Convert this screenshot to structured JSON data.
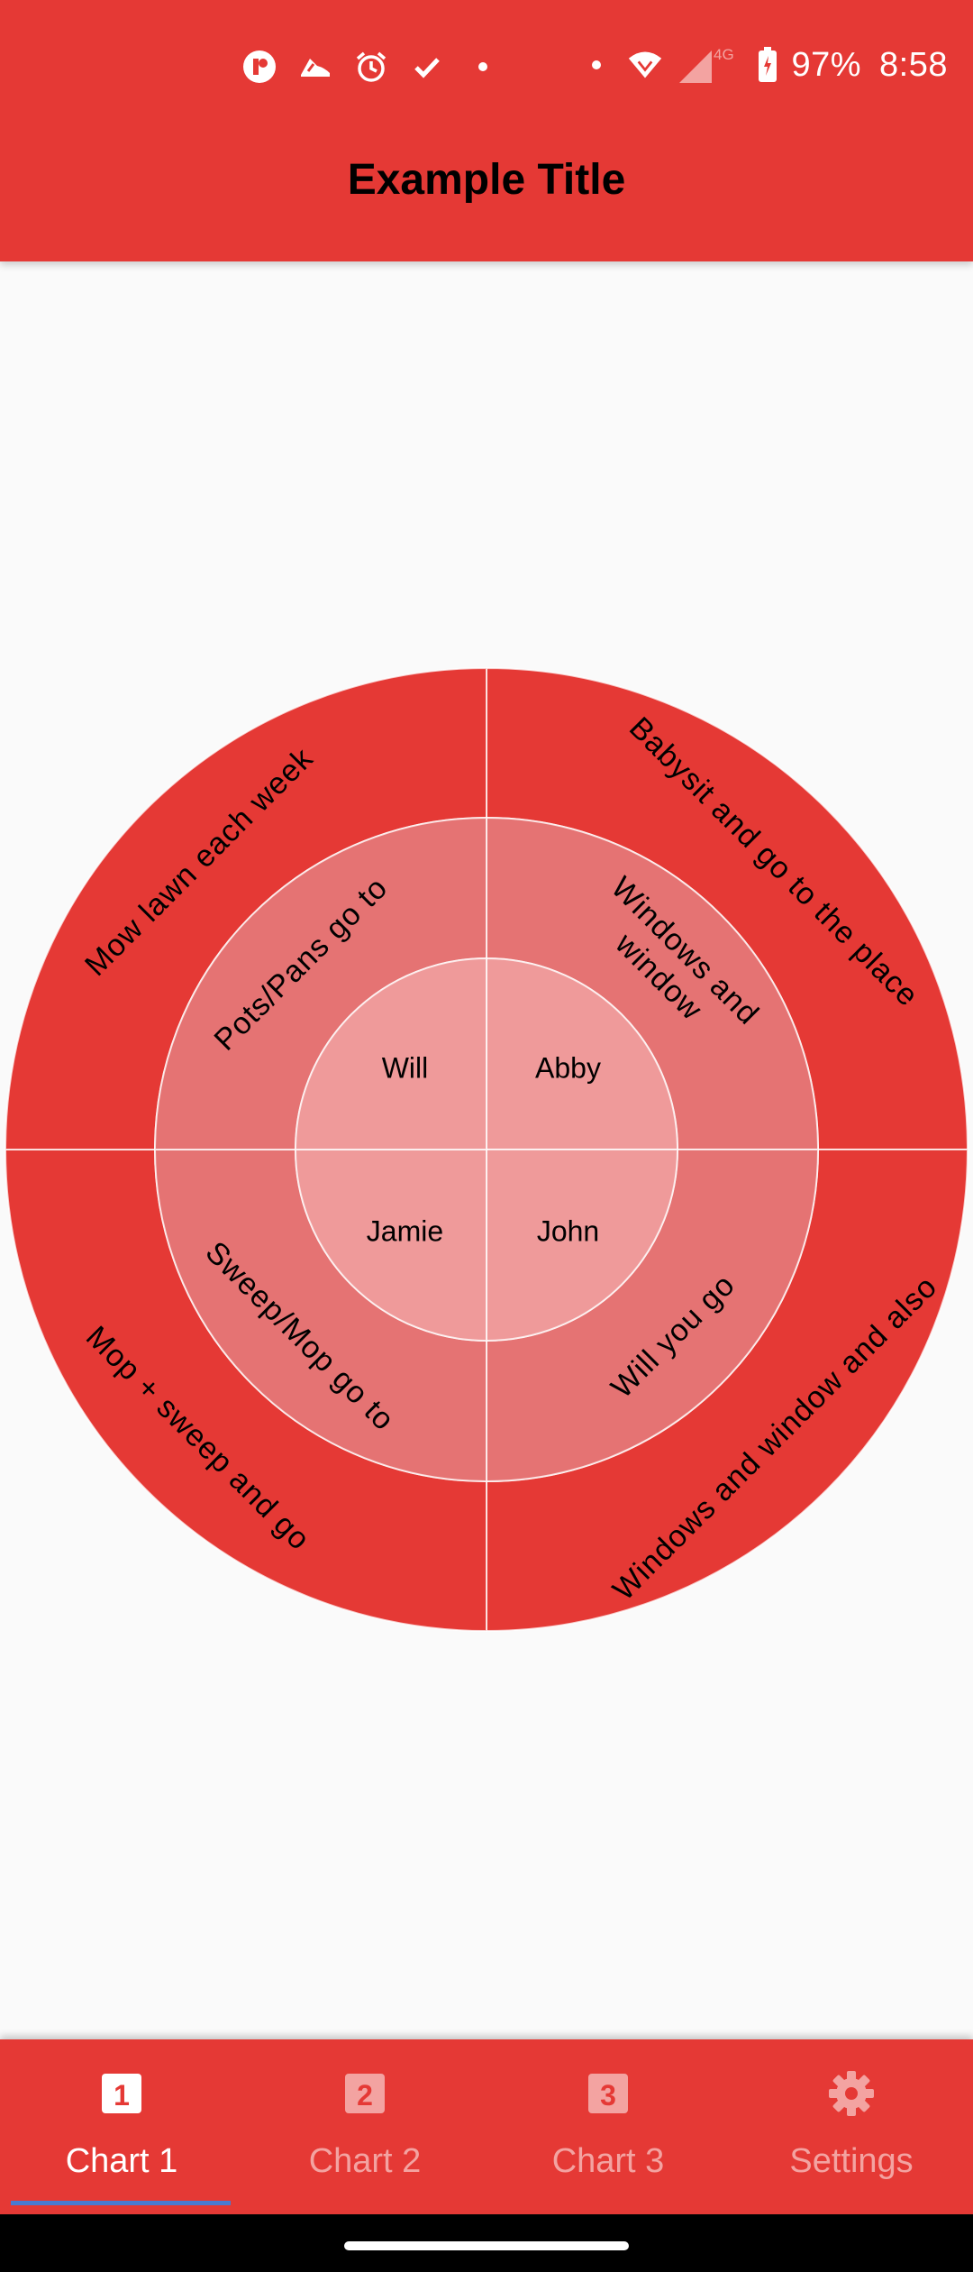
{
  "status_bar": {
    "time": "8:58",
    "battery": "97%",
    "network": "4G",
    "left_icons": [
      "app-r-icon",
      "slipper-icon",
      "alarm-icon",
      "check-icon",
      "dot-icon"
    ],
    "right_icons": [
      "dot-icon",
      "wifi-icon",
      "signal-icon",
      "battery-icon"
    ]
  },
  "app_bar": {
    "title": "Example Title"
  },
  "colors": {
    "primary": "#e53935",
    "ring_outer": "#e53935",
    "ring_middle": "#e57373",
    "ring_inner": "#ef9a9a",
    "indicator": "#4a7bd0",
    "inactive_label": "#f3a3a1"
  },
  "chart_data": {
    "type": "sunburst",
    "quadrants": [
      {
        "inner": "Abby",
        "middle": "Windows and window",
        "middle_lines": [
          "Windows and",
          "window"
        ],
        "outer": "Babysit and go to the place"
      },
      {
        "inner": "John",
        "middle": "Will you go",
        "middle_lines": [
          "Will you go"
        ],
        "outer": "Windows and window and also"
      },
      {
        "inner": "Jamie",
        "middle": "Sweep/Mop go to",
        "middle_lines": [
          "Sweep/Mop go to"
        ],
        "outer": "Mop + sweep and go"
      },
      {
        "inner": "Will",
        "middle": "Pots/Pans go to",
        "middle_lines": [
          "Pots/Pans go to"
        ],
        "outer": "Mow lawn each week"
      }
    ]
  },
  "bottom_nav": {
    "tabs": [
      {
        "label": "Chart 1",
        "icon": "numeric-1-box-icon",
        "glyph": "1",
        "active": true
      },
      {
        "label": "Chart 2",
        "icon": "numeric-2-box-icon",
        "glyph": "2",
        "active": false
      },
      {
        "label": "Chart 3",
        "icon": "numeric-3-box-icon",
        "glyph": "3",
        "active": false
      },
      {
        "label": "Settings",
        "icon": "gear-icon",
        "glyph": "",
        "active": false
      }
    ]
  }
}
